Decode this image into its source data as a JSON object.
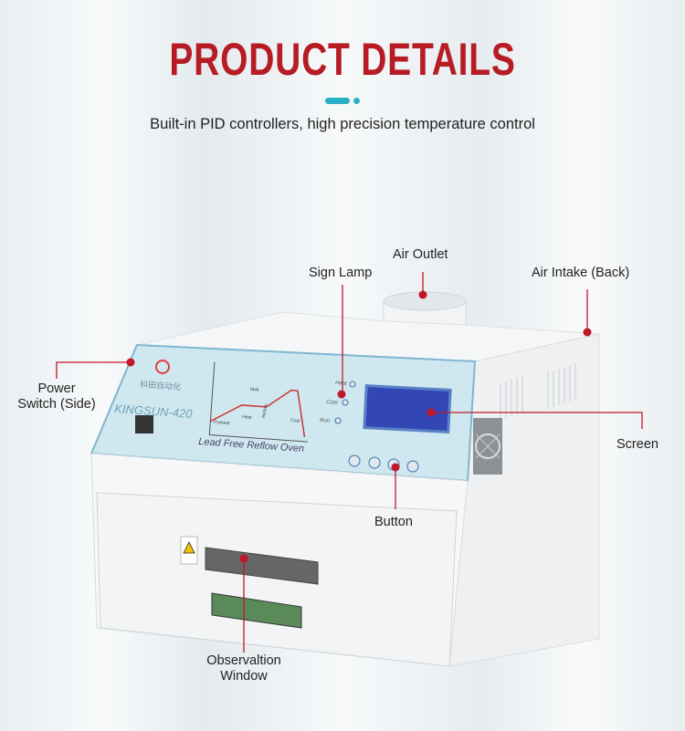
{
  "header": {
    "title": "PRODUCT DETAILS",
    "subtitle": "Built-in PID controllers, high precision temperature control"
  },
  "colors": {
    "title": "#b71c24",
    "accent": "#2ab0c6",
    "callout": "#c0172a",
    "panel": "#cfe8ef"
  },
  "product": {
    "brand": "Kingsun",
    "chinese_name": "科田自动化",
    "model": "KINGSUN-420",
    "panel_caption": "Lead Free Reflow Oven",
    "curve_zones": [
      "Preheat",
      "Heat",
      "Melt",
      "Reflow",
      "Cool"
    ],
    "indicators": [
      "Heat",
      "Cool",
      "Run"
    ],
    "buttons": [
      "plus-icon",
      "minus-icon",
      "power-icon",
      "return-icon"
    ]
  },
  "callouts": {
    "air_outlet": "Air Outlet",
    "sign_lamp": "Sign Lamp",
    "air_intake": "Air Intake (Back)",
    "power_switch_1": "Power",
    "power_switch_2": "Switch (Side)",
    "screen": "Screen",
    "button": "Button",
    "observation_1": "Observaltion",
    "observation_2": "Window"
  }
}
